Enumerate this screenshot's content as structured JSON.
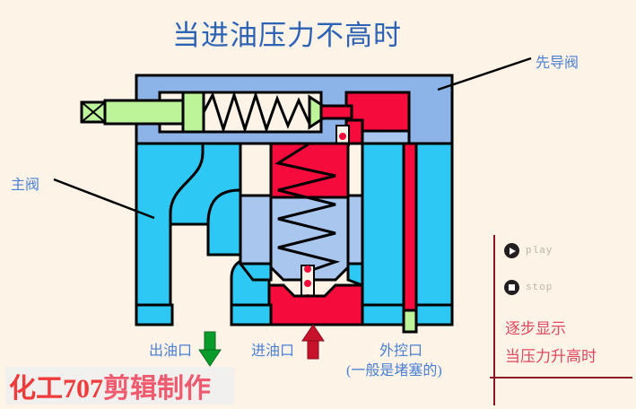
{
  "page": {
    "title": "当进油压力不高时",
    "background_color": "#fdf3e7",
    "title_color": "#2d63b5"
  },
  "labels": {
    "main_valve": "主阀",
    "pilot_valve": "先导阀",
    "oil_outlet": "出油口",
    "oil_inlet": "进油口",
    "external_port": "外控口",
    "external_port_note": "(一般是堵塞的)",
    "label_color": "#4a7fd4"
  },
  "controls": {
    "play_label": "play",
    "stop_label": "stop",
    "play_icon": "play-circle-icon",
    "stop_icon": "stop-circle-icon",
    "icon_color": "#231f20",
    "text_color": "#b9b0ab"
  },
  "notes": {
    "step_display": "逐步显示",
    "pressure_rise": "当压力升高时",
    "note_color": "#e0495e"
  },
  "watermark": {
    "part1": "化工",
    "part2": "707",
    "part3": "剪辑制作"
  },
  "diagram": {
    "colors": {
      "body_cyan": "#2ec8f5",
      "housing_blue": "#8cb4e8",
      "spool_blue": "#a9c6ef",
      "pressure_red": "#f50b3c",
      "spring_green": "#bdf49a",
      "outline": "#000000",
      "cavity": "#fdf3e7"
    },
    "arrows": {
      "outlet_arrow_color": "#0a9c2a",
      "outlet_arrow_direction": "down",
      "inlet_arrow_color": "#c8112a",
      "inlet_arrow_direction": "up"
    },
    "parts": [
      "adjusting-screw",
      "pilot-spring",
      "pilot-poppet",
      "pilot-chamber",
      "main-spring",
      "main-spool",
      "damping-orifice",
      "inlet-passage",
      "outlet-passage",
      "external-control-plug"
    ]
  }
}
